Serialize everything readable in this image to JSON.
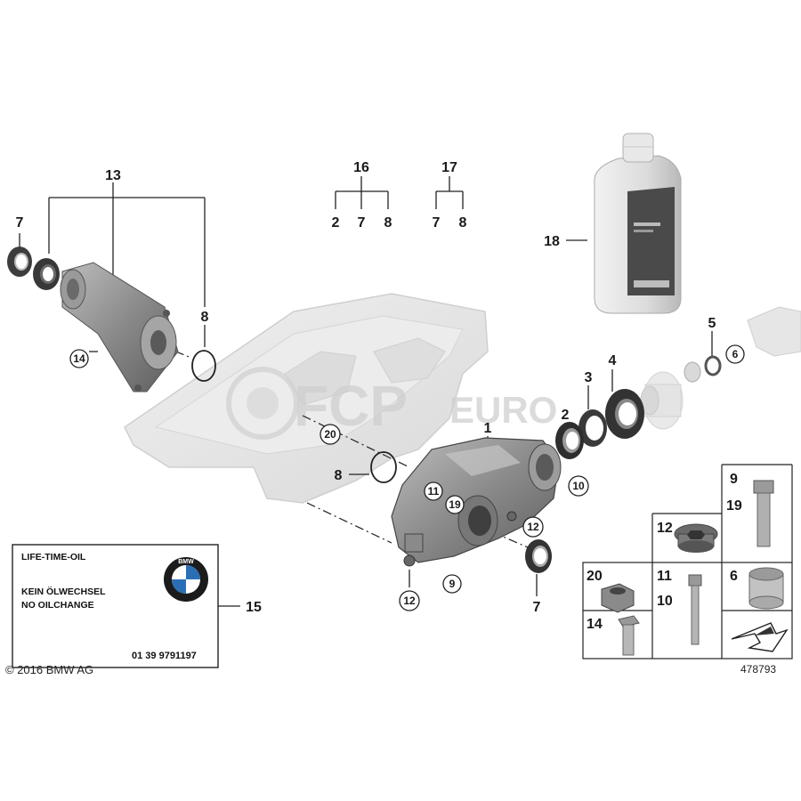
{
  "callouts": {
    "c13": "13",
    "c7a": "7",
    "c8a": "8",
    "c14": "14",
    "c16": "16",
    "c16_2": "2",
    "c16_7": "7",
    "c16_8": "8",
    "c17": "17",
    "c17_7": "7",
    "c17_8": "8",
    "c18": "18",
    "c5": "5",
    "c6": "6",
    "c4": "4",
    "c3": "3",
    "c2": "2",
    "c1": "1",
    "c20": "20",
    "c8b": "8",
    "c11": "11",
    "c19": "19",
    "c10": "10",
    "c12a": "12",
    "c12b": "12",
    "c9": "9",
    "c7b": "7",
    "c15": "15"
  },
  "oil_label": {
    "line1": "LIFE-TIME-OIL",
    "line2": "KEIN ÖLWECHSEL",
    "line3": "NO OILCHANGE",
    "part_number": "01 39 9791197",
    "logo_letters": "BMW"
  },
  "parts_grid": {
    "cell_9_19": [
      "9",
      "19"
    ],
    "cell_12": "12",
    "cell_20": "20",
    "cell_11_10": [
      "11",
      "10"
    ],
    "cell_6": "6",
    "cell_14": "14"
  },
  "watermark": {
    "brand_part1": "FCP",
    "brand_part2": "EURO"
  },
  "footer": {
    "copyright": "© 2016 BMW AG",
    "diagram_number": "478793"
  },
  "colors": {
    "part_gray": "#8c8c8c",
    "part_dark": "#4a4a4a",
    "ghost_gray": "#e6e6e6",
    "line": "#222222"
  }
}
